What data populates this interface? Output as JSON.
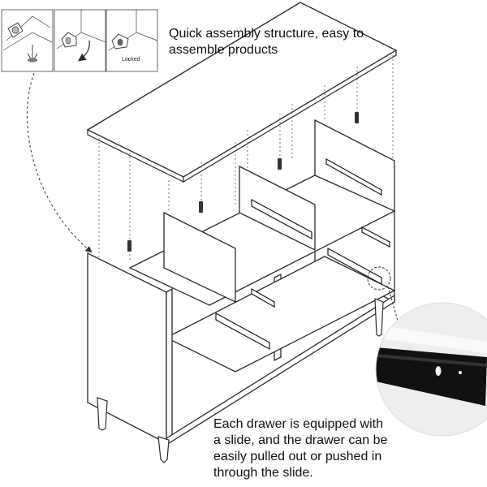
{
  "captions": {
    "assembly": "Quick assembly structure, easy to\nassemble products",
    "drawer": "Each drawer is equipped with\na slide, and the drawer can be\neasily pulled out or pushed in\nthrough the slide."
  },
  "insets": {
    "step1_label": "",
    "step2_label": "",
    "step3_label": "Locked"
  },
  "colors": {
    "line": "#2b2b2b",
    "panel": "#ffffff",
    "slide": "#1a1a1a",
    "zoom_bg": "#eeeeee"
  }
}
